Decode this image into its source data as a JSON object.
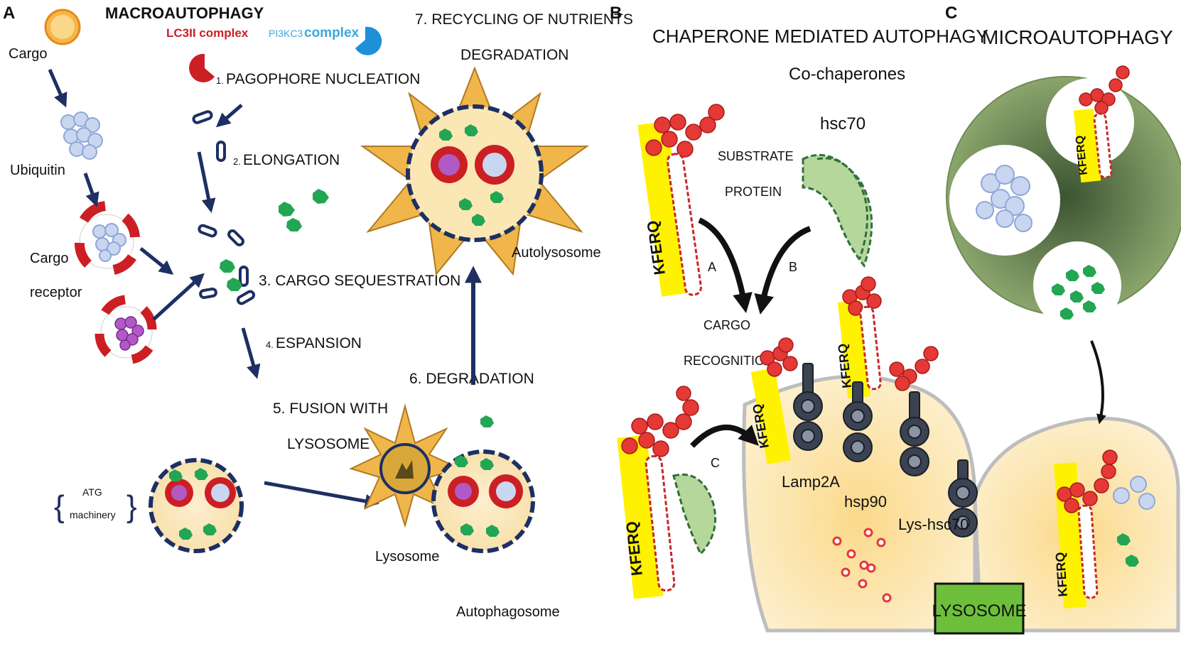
{
  "panel_a": {
    "letter": "A",
    "title": "MACROAUTOPHAGY",
    "cargo_label": "Cargo",
    "ubiquitin_label": "Ubiquitin",
    "cargo_receptor_label_1": "Cargo",
    "cargo_receptor_label_2": "receptor",
    "lc3_complex_label": "LC3II complex",
    "pi3kc3_prefix": "PI3KC3",
    "pi3kc3_complex_label": "complex",
    "steps": {
      "s1_num": "1.",
      "s1_label": "PAGOPHORE NUCLEATION",
      "s2_num": "2.",
      "s2_label": "ELONGATION",
      "s3_label": "3. CARGO SEQUESTRATION",
      "s4_num": "4.",
      "s4_label": "ESPANSION",
      "s5_line1": "5. FUSION WITH",
      "s5_line2": "LYSOSOME",
      "s6_label": "6. DEGRADATION",
      "s7_line1": "7. RECYCLING OF NUTRIENTS",
      "s7_line2": "DEGRADATION"
    },
    "atg_line1": "ATG",
    "atg_line2": "machinery",
    "autolysosome_label": "Autolysosome",
    "lysosome_label": "Lysosome",
    "autophagosome_label": "Autophagosome"
  },
  "panel_b": {
    "letter": "B",
    "title": "CHAPERONE MEDIATED AUTOPHAGY",
    "cochaperones_label": "Co-chaperones",
    "hsc70_label": "hsc70",
    "substrate_line1": "SUBSTRATE",
    "substrate_line2": "PROTEIN",
    "arrow_a": "A",
    "arrow_b": "B",
    "arrow_c": "C",
    "cargo_recognition_line1": "CARGO",
    "cargo_recognition_line2": "RECOGNITION",
    "lamp2a_label": "Lamp2A",
    "hsp90_label": "hsp90",
    "lys_hsc70_label": "Lys-hsc70",
    "lysosome_box": "LYSOSOME",
    "motif": "KFERQ"
  },
  "panel_c": {
    "letter": "C",
    "title": "MICROAUTOPHAGY"
  },
  "colors": {
    "navy": "#1d2f63",
    "red": "#cc1f24",
    "yellow": "#fff200",
    "green_cargo": "#22a653",
    "lysosome_fill": "#fbe7b4",
    "lysosome_box": "#6dbf3b",
    "micro_green": "#8aa66a"
  }
}
